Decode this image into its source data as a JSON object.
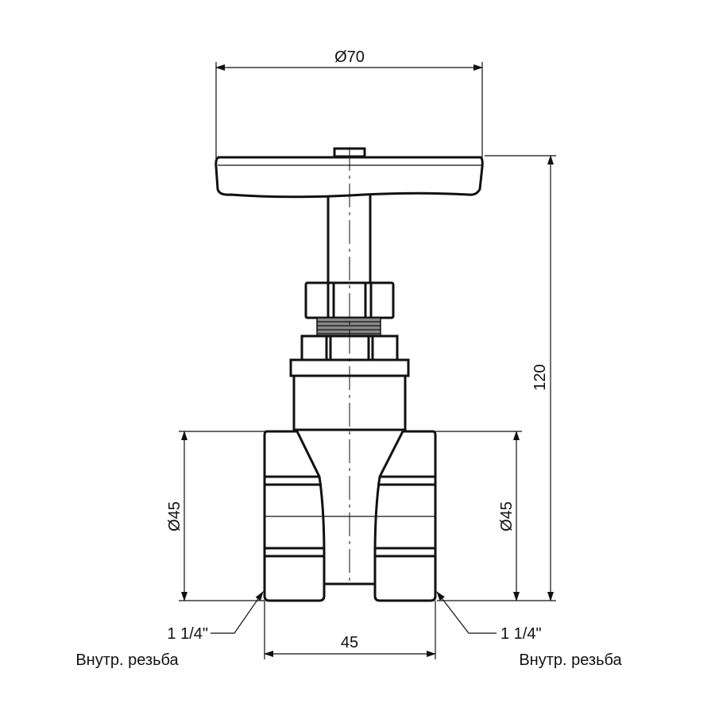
{
  "drawing": {
    "dimensions": {
      "handle_diameter": "Ø70",
      "total_height": "120",
      "left_port_diameter": "Ø45",
      "right_port_diameter": "Ø45",
      "body_length": "45"
    },
    "callouts": {
      "left_thread_size": "1 1/4\"",
      "left_thread_type": "Внутр. резьба",
      "right_thread_size": "1 1/4\"",
      "right_thread_type": "Внутр. резьба"
    }
  }
}
